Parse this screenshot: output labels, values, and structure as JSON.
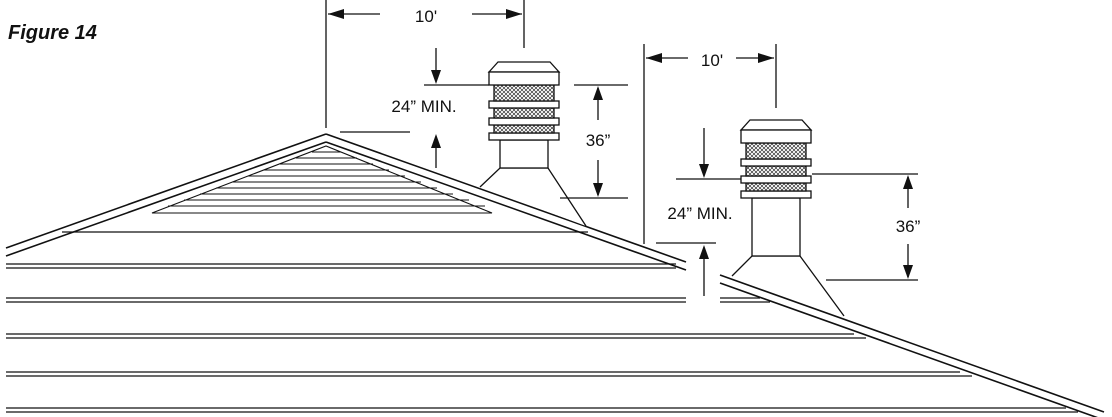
{
  "figure": {
    "title": "Figure 14",
    "line_color": "#111111",
    "background": "#ffffff"
  },
  "chimney_left": {
    "horizontal_distance": "10'",
    "clearance_min": "24” MIN.",
    "height": "36”"
  },
  "chimney_right": {
    "horizontal_distance": "10'",
    "clearance_min": "24” MIN.",
    "height": "36”"
  }
}
